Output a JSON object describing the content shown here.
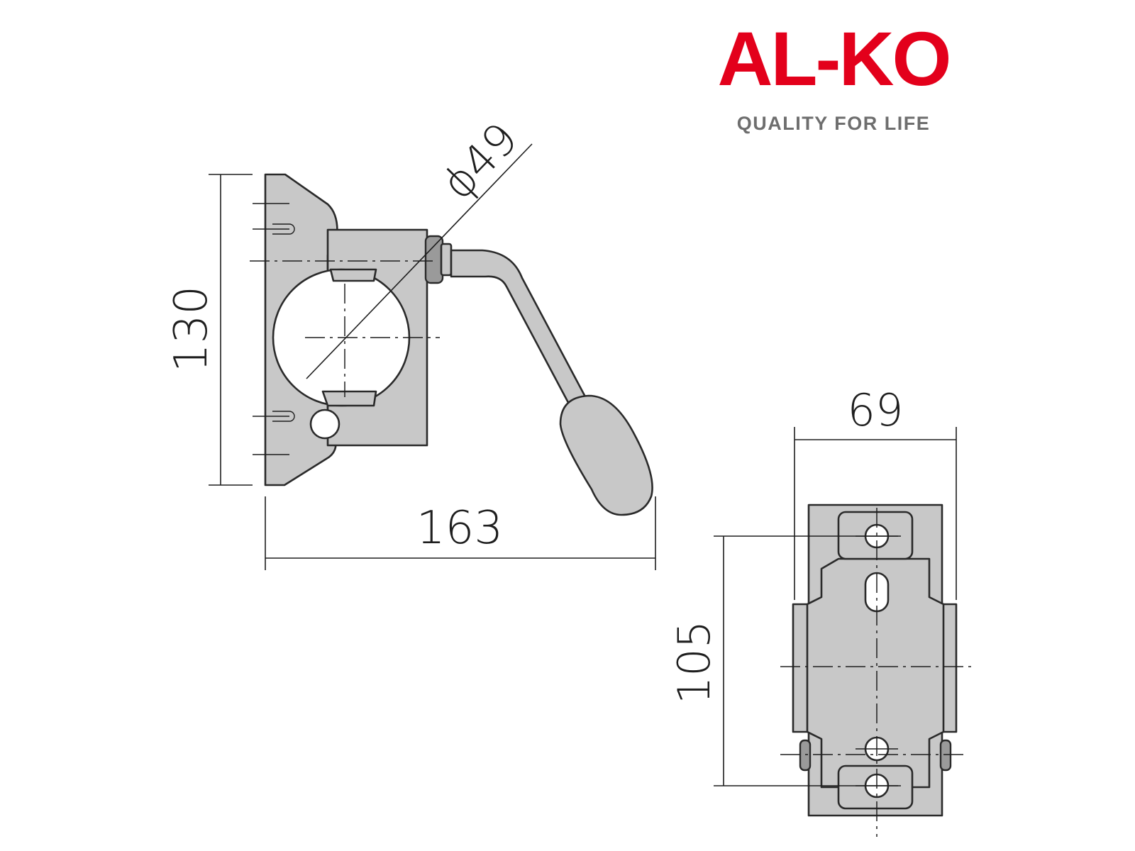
{
  "brand": {
    "name": "AL-KO",
    "tagline": "QUALITY FOR LIFE",
    "logo_color": "#e3001b",
    "tagline_color": "#6e6e6e"
  },
  "dimensions": {
    "clamp_height": "130",
    "overall_width": "163",
    "bore_diameter": "ϕ49",
    "bracket_width": "69",
    "bracket_height": "105"
  },
  "colors": {
    "part_fill": "#c8c8c8",
    "line": "#1e1e1e"
  }
}
